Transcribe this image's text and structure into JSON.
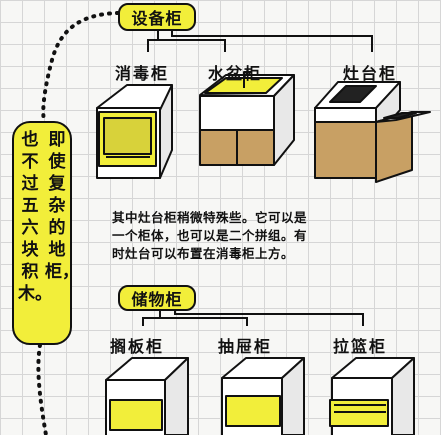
{
  "header_category": "设备柜",
  "equipment": {
    "items": [
      {
        "label": "消毒柜"
      },
      {
        "label": "水盆柜"
      },
      {
        "label": "灶台柜"
      }
    ],
    "note_lines": [
      "其中灶台柜稍微特殊些。它可以是",
      "一个柜体，也可以是二个拼组。有",
      "时灶台可以布置在消毒柜上方。"
    ]
  },
  "storage_category": "储物柜",
  "storage": {
    "items": [
      {
        "label": "搁板柜"
      },
      {
        "label": "抽屉柜"
      },
      {
        "label": "拉篮柜"
      }
    ]
  },
  "side_note": {
    "col1": "即使复杂的地柜，",
    "col2": "也不过五六块积木。"
  },
  "colors": {
    "accent": "#f2ee3a",
    "wood": "#c8a064",
    "cabinet_white": "#ffffff",
    "grid": "#d6d6d6"
  }
}
